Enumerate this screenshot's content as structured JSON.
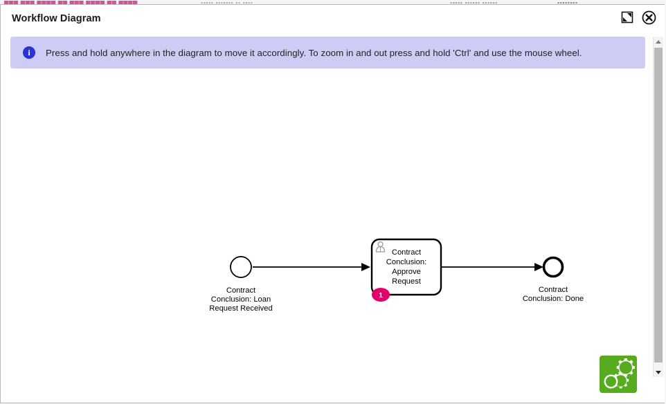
{
  "background": {
    "strip_pink": "███ ███ ████ ██ ███  ████ ██ ████",
    "strip_grey_1": "▪▪▪▪▪  ▪▪▪▪▪▪▪  ▪▪ ▪▪▪▪",
    "strip_grey_2": "▪▪▪▪▪ ▪▪▪▪▪▪ ▪▪▪▪▪▪",
    "strip_grey_3": "▪▪▪▪▪▪▪▪"
  },
  "dialog": {
    "title": "Workflow Diagram",
    "buttons": {
      "fullscreen_label": "Toggle fullscreen",
      "close_label": "Close"
    }
  },
  "banner": {
    "icon": "info-icon",
    "icon_glyph": "i",
    "text": "Press and hold anywhere in the diagram to move it accordingly. To zoom in and out press and hold 'Ctrl' and use the mouse wheel.",
    "background_color": "#ccccf5",
    "icon_color": "#2b32d6"
  },
  "diagram": {
    "type": "bpmn-workflow",
    "start_event": {
      "shape": "circle-thin",
      "label_lines": [
        "Contract",
        "Conclusion: Loan",
        "Request Received"
      ]
    },
    "task": {
      "shape": "rounded-rectangle",
      "marker": "user-task-icon",
      "label_lines": [
        "Contract",
        "Conclusion:",
        "Approve",
        "Request"
      ],
      "badge": {
        "count": "1",
        "color": "#e3006d"
      }
    },
    "end_event": {
      "shape": "circle-thick",
      "label_lines": [
        "Contract",
        "Conclusion: Done"
      ]
    },
    "connectors": [
      {
        "from": "start_event",
        "to": "task"
      },
      {
        "from": "task",
        "to": "end_event"
      }
    ]
  },
  "engine_logo": {
    "name": "workflow-engine-logo",
    "color": "#56ab1f"
  },
  "scrollbar": {
    "orientation": "vertical",
    "up_label": "Scroll up",
    "down_label": "Scroll down"
  }
}
